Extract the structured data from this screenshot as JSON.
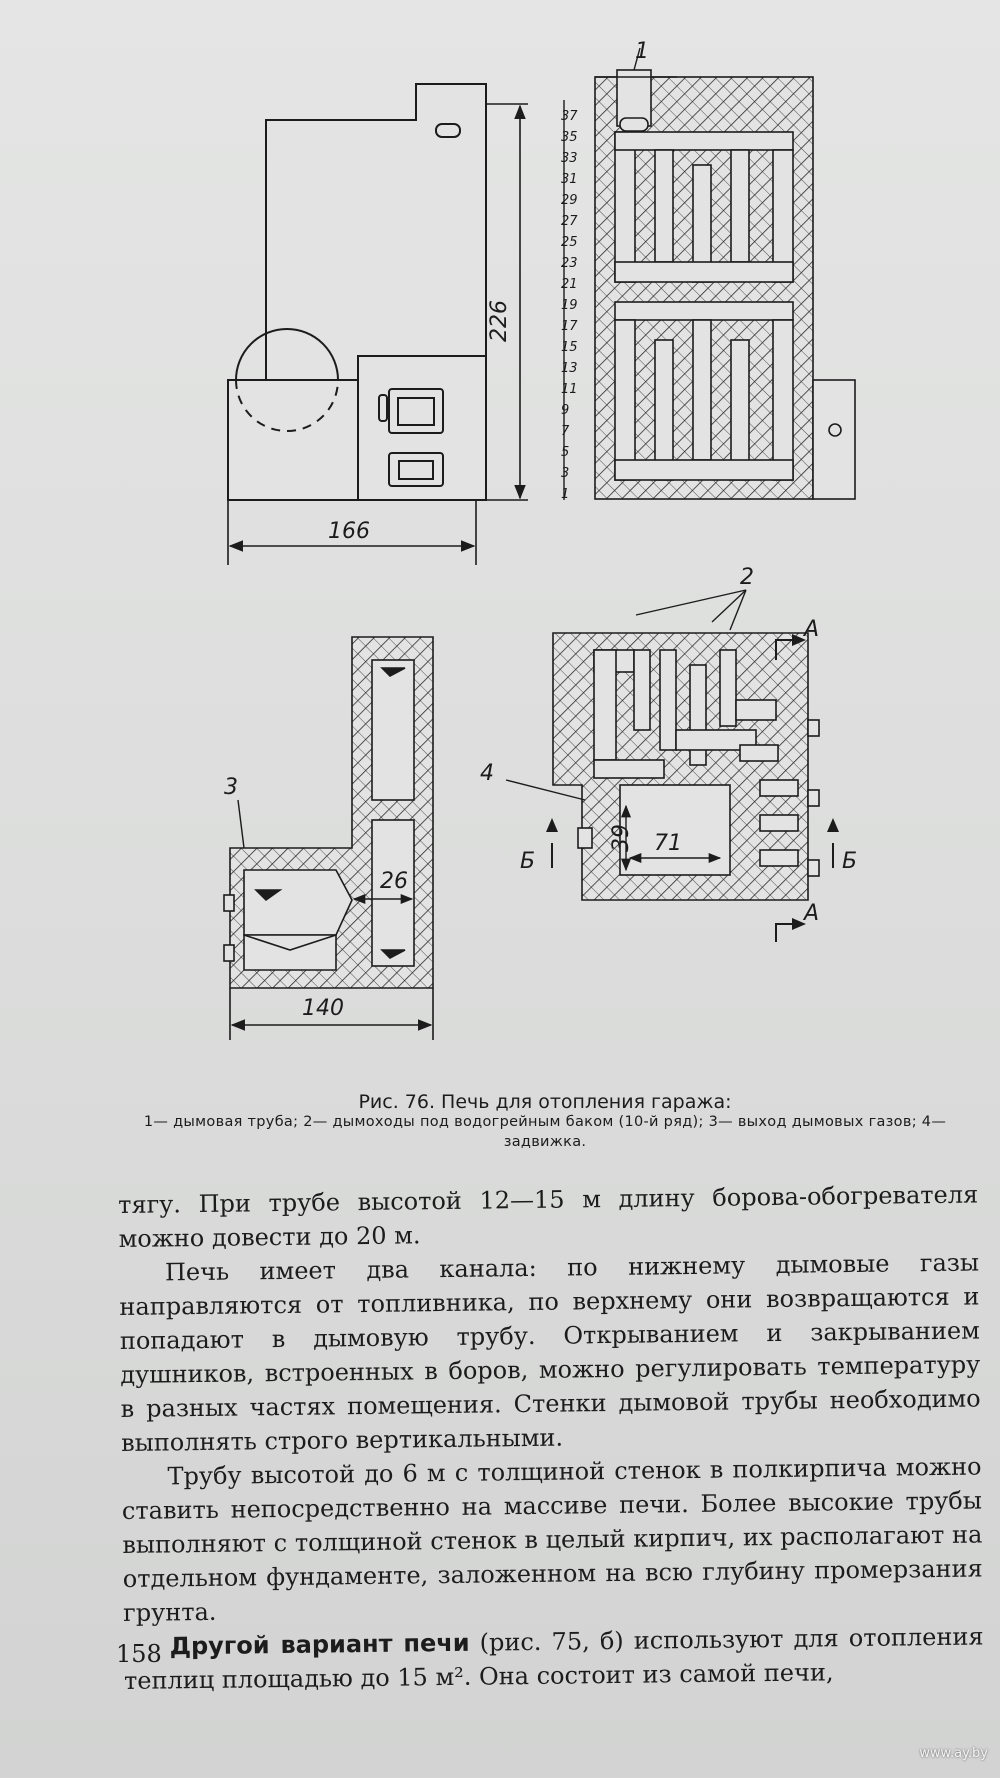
{
  "figure": {
    "callout_1": "1",
    "callout_2": "2",
    "callout_3": "3",
    "callout_4": "4",
    "dim_height": "226",
    "dim_width_front": "166",
    "dim_width_plan": "140",
    "dim_26": "26",
    "dim_39": "39",
    "dim_71": "71",
    "section_a": "А",
    "section_b": "Б",
    "row_numbers": [
      "37",
      "35",
      "33",
      "31",
      "29",
      "27",
      "25",
      "23",
      "21",
      "19",
      "17",
      "15",
      "13",
      "11",
      "9",
      "7",
      "5",
      "3",
      "1"
    ]
  },
  "caption": {
    "title": "Рис. 76. Печь для отопления гаража:",
    "legend": "1— дымовая труба; 2— дымоходы под водогрейным баком (10-й ряд); 3— выход дымовых газов; 4— задвижка."
  },
  "text": {
    "p1": "тягу. При трубе высотой 12—15 м длину борова-обогревателя можно довести до 20 м.",
    "p2": "Печь имеет два канала: по нижнему дымовые газы направляются от топливника, по верхнему они возвращаются и попадают в дымовую трубу. Открыванием и закрыванием душников, встроенных в боров, можно регулировать температуру в разных частях помещения. Стенки дымовой трубы необходимо выполнять строго вертикальными.",
    "p3": "Трубу высотой до 6 м с толщиной стенок в полкирпича можно ставить непосредственно на массиве печи. Более высокие трубы выполняют с толщиной стенок в целый кирпич, их располагают на отдельном фундаменте, заложенном на всю глубину промерзания грунта.",
    "p4_bold": "Другой вариант печи",
    "p4_rest": " (рис. 75, б) используют для отопления теплиц площадью до 15 м². Она состоит из самой печи,"
  },
  "page_number": "158",
  "watermark": "www.ay.by"
}
